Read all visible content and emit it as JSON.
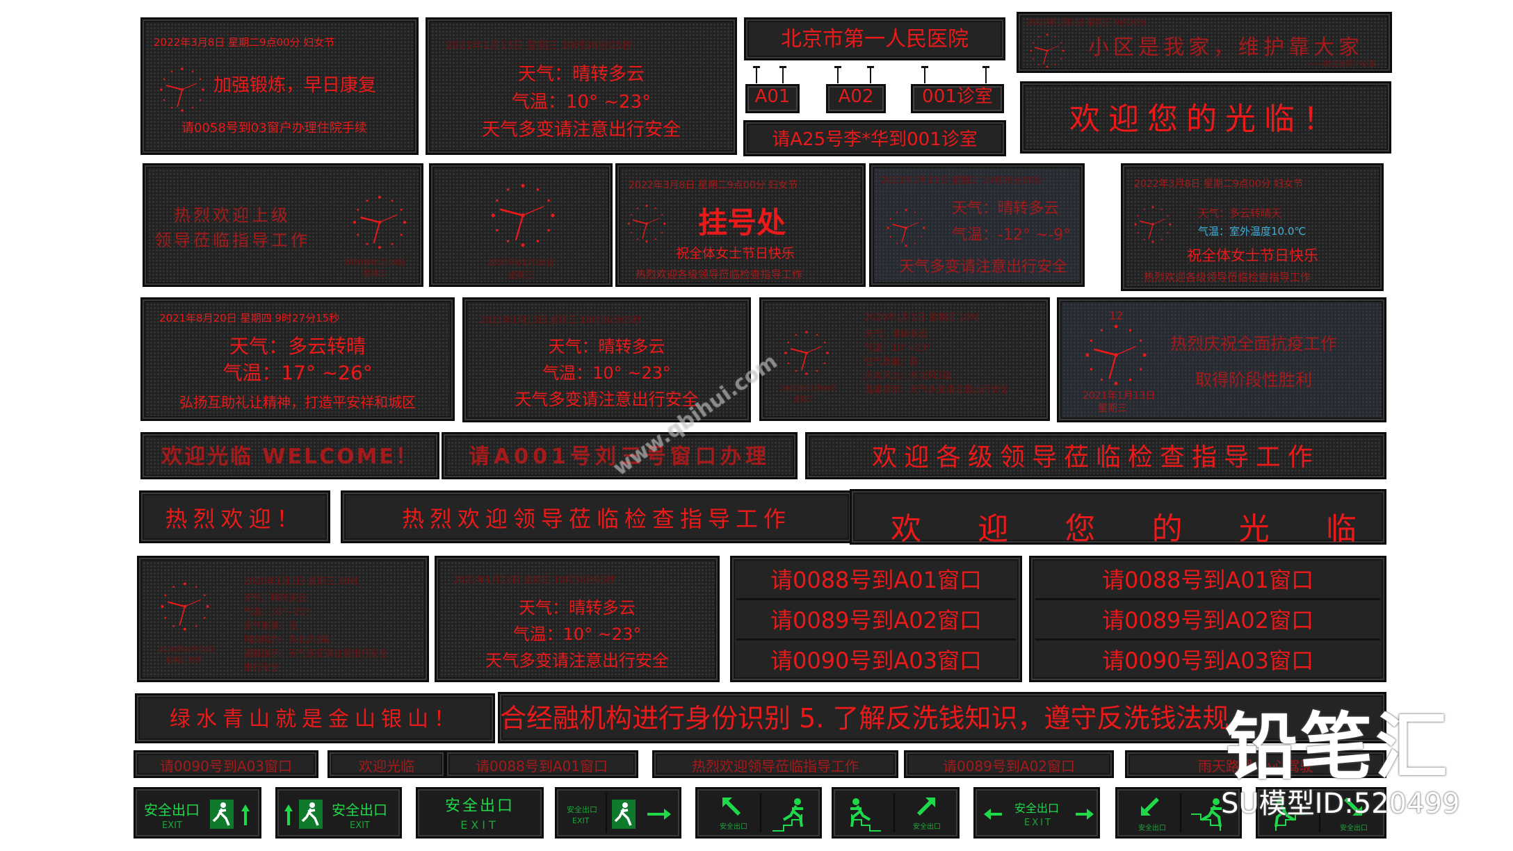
{
  "row1": {
    "s1_date": "2022年3月8日 星期二9点00分 妇女节",
    "s1_main": "加强锻炼，早日康复",
    "s1_sub": "请0058号到03窗户办理住院手续",
    "s2_date": "2021年1月13日 星期三 10时36分05秒",
    "s2_l1": "天气：晴转多云",
    "s2_l2": "气温：10° ~23°",
    "s2_l3": "天气多变请注意出行安全",
    "hospital": "北京市第一人民医院",
    "plate_a01": "A01",
    "plate_a02": "A02",
    "plate_001": "001诊室",
    "call": "请A25号李*华到001诊室",
    "s4_date": "2020年1月1日 星期三 9点00分",
    "s4_main": "小区是我家，维护靠大家",
    "s4_credit": "——物业服务中心宣",
    "welcome": "欢迎您的光临！"
  },
  "row2": {
    "s1_l1": "热烈欢迎上级",
    "s1_l2": "领导莅临指导工作",
    "s1_date": "2020年01月08日",
    "s1_wd": "星期三",
    "s2_date": "2020年01月08日",
    "s2_wd": "星期三",
    "s3_date": "2022年3月8日 星期二9点00分 妇女节",
    "s3_main": "挂号处",
    "s3_sub": "祝全体女士节日快乐",
    "s3_bottom": "热烈欢迎各级领导莅临检查指导工作",
    "s4_date": "2021年1月13日 星期三 10时36分05秒",
    "s4_l1": "天气：晴转多云",
    "s4_l2": "气温：-12° ~-9°",
    "s4_l3": "天气多变请注意出行安全",
    "s5_date": "2022年3月8日 星期二9点00分 妇女节",
    "s5_l1": "天气：多云转晴天",
    "s5_l2": "气温：室外温度10.0℃",
    "s5_main": "祝全体女士节日快乐",
    "s5_bottom": "热烈欢迎各级领导莅临检查指导工作"
  },
  "row3": {
    "s1_date": "2021年8月20日 星期四 9时27分15秒",
    "s1_l1": "天气：多云转晴",
    "s1_l2": "气温：17° ~26°",
    "s1_l3": "弘扬互助礼让精神，打造平安祥和城区",
    "s2_date": "2021年1月13日 星期三 10时36分05秒",
    "s2_l1": "天气：晴转多云",
    "s2_l2": "气温：10° ~23°",
    "s2_l3": "天气多变请注意出行安全",
    "s3_date": "2020年1月1日 星期三 10时",
    "s3_lines": [
      "天气：晴转多云",
      "气温：10°~23°",
      "空气质量：良",
      "风向风力：东北风3级",
      "温馨提示：天气多变请注意出行安全"
    ],
    "s3_cdate": "2020年01月08日",
    "s3_cwd": "星期三",
    "s4_num": "12",
    "s4_l1": "热烈庆祝全面抗疫工作",
    "s4_l2": "取得阶段性胜利",
    "s4_date": "2021年1月13日",
    "s4_wd": "星期三"
  },
  "row4": {
    "welcome_en": "欢迎光临 WELCOME！",
    "window": "请A001号刘三号窗口办理",
    "inspect": "欢迎各级领导莅临检查指导工作"
  },
  "row5": {
    "warm": "热烈欢迎！",
    "leaders": "热烈欢迎领导莅临检查指导工作",
    "spaced": [
      "欢",
      "迎",
      "您",
      "的",
      "光",
      "临"
    ]
  },
  "row6": {
    "s1_date": "2020年1月1日 星期三 10时",
    "s1_lines": [
      "天气：晴转多云",
      "气温：10°~23°",
      "空气质量：良",
      "风向风力：东北风3级",
      "温馨提示：天气多变请注意出行安全",
      "出行安全"
    ],
    "s1_cdate": "2020年01月08日",
    "s1_cwd": "星期三 农历",
    "s2_date": "2021年1月13日 星期三 10时36分05秒",
    "s2_l1": "天气：晴转多云",
    "s2_l2": "气温：10° ~23°",
    "s2_l3": "天气多变请注意出行安全",
    "queue": [
      "请0088号到A01窗口",
      "请0089号到A02窗口",
      "请0090号到A03窗口"
    ]
  },
  "row7": {
    "green": "绿水青山就是金山银山！",
    "bank": "合经融机构进行身份识别 5. 了解反洗钱知识，遵守反洗钱法规"
  },
  "row8": [
    "请0090号到A03窗口",
    "欢迎光临",
    "请0088号到A01窗口",
    "热烈欢迎领导莅临指导工作",
    "请0089号到A02窗口",
    "雨天路滑 小心驾驶"
  ],
  "exits": {
    "cn": "安全出口",
    "en": "EXIT",
    "small": "安全出口"
  },
  "watermark": {
    "brand": "铅笔汇",
    "id": "SU模型ID:520499",
    "site": "www.qbihui.com"
  },
  "colors": {
    "led_red": "#ea1a1a",
    "led_green": "#1ed94a",
    "panel": "#242424"
  }
}
